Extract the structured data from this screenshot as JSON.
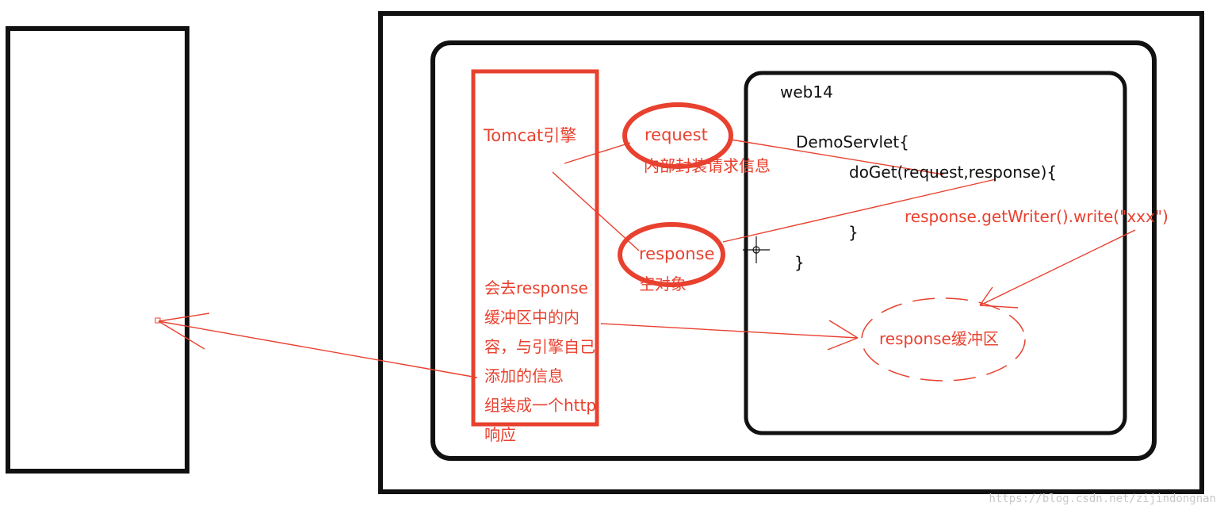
{
  "colors": {
    "ink": "#111111",
    "accent": "#e8412f",
    "watermark": "#c8c8c8"
  },
  "labels": {
    "web_app": "web14",
    "tomcat_engine": "Tomcat引擎",
    "request": "request",
    "request_note": "内部封装请求信息",
    "response": "response",
    "response_note": "空对象",
    "servlet_class": "DemoServlet{",
    "doget": "doGet(request,response){",
    "write_call": "response.getWriter().write(\"xxx\")",
    "close_method": "}",
    "close_class": "}",
    "buffer": "response缓冲区",
    "engine_note": [
      "会去response",
      "缓冲区中的内",
      "容，与引擎自己",
      "添加的信息",
      "组装成一个http",
      "响应"
    ]
  },
  "watermark": "https://blog.csdn.net/zijindongnan"
}
